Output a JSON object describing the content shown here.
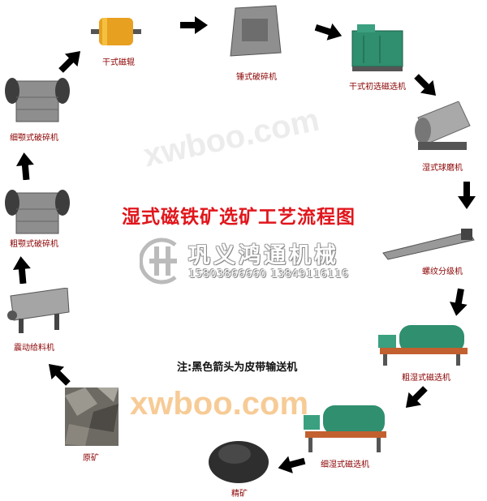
{
  "title": "湿式磁铁矿选矿工艺流程图",
  "company": {
    "name": "巩义鸿通机械",
    "phones": "15803866660  13849116116"
  },
  "note": "注:黑色箭头为皮带输送机",
  "watermark": "xwboo.com",
  "steps": [
    {
      "label": "原矿"
    },
    {
      "label": "震动给料机"
    },
    {
      "label": "粗颚式破碎机"
    },
    {
      "label": "细颚式破碎机"
    },
    {
      "label": "干式磁辊"
    },
    {
      "label": "锤式破碎机"
    },
    {
      "label": "干式初选磁选机"
    },
    {
      "label": "湿式球磨机"
    },
    {
      "label": "螺纹分级机"
    },
    {
      "label": "粗湿式磁选机"
    },
    {
      "label": "细湿式磁选机"
    },
    {
      "label": "精矿"
    }
  ],
  "colors": {
    "title": "#e0161c",
    "label": "#8b0000",
    "arrow": "#000000",
    "machine_green": "#2f8f6f",
    "machine_gray": "#8a8a8a",
    "watermark_orange": "#f0a040"
  }
}
